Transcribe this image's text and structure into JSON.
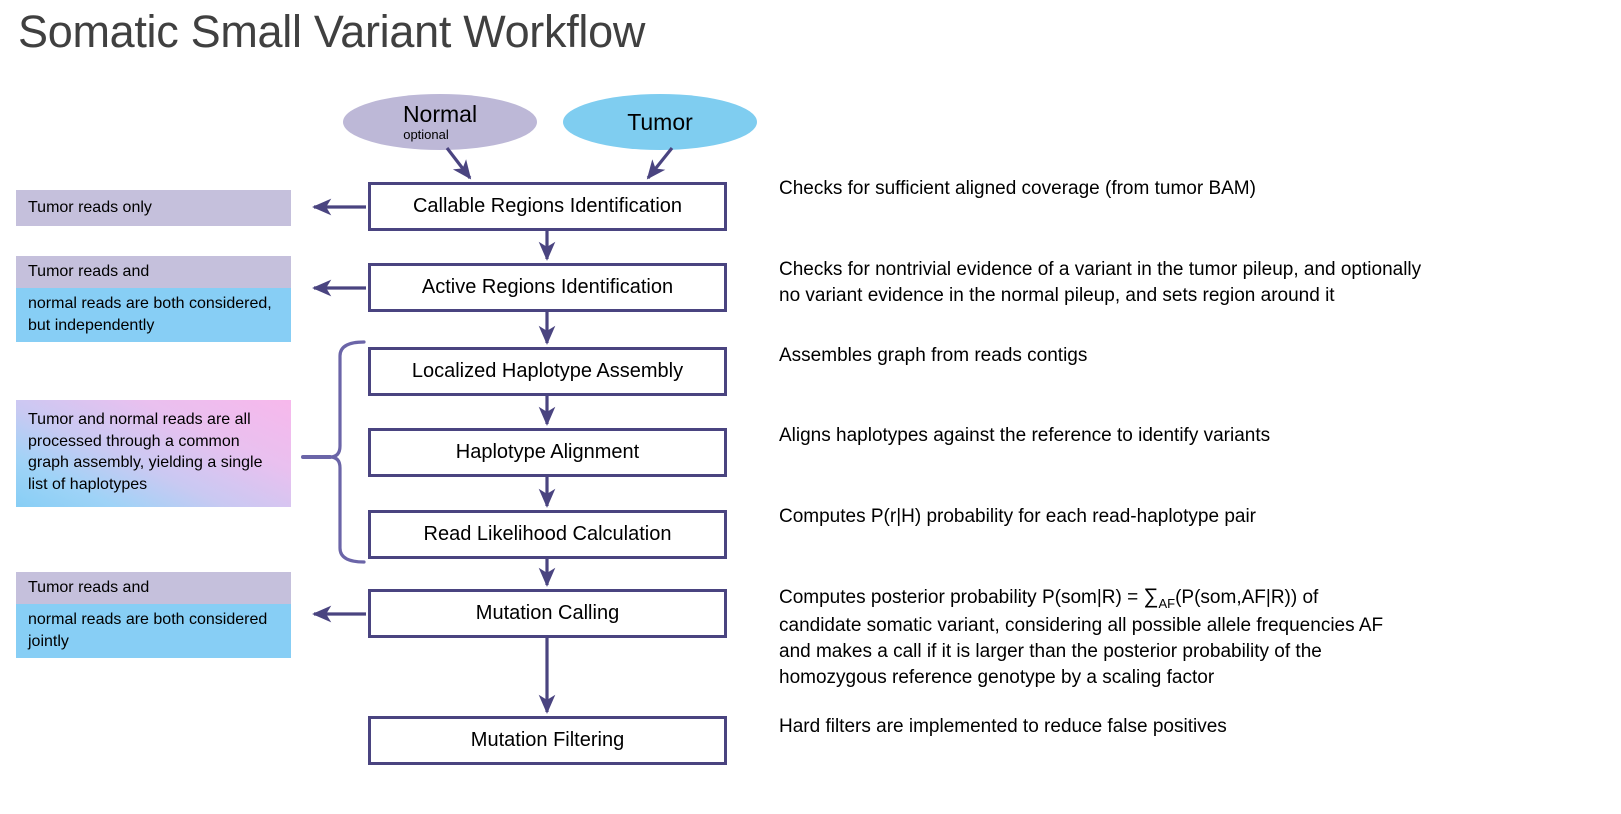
{
  "title": "Somatic Small Variant Workflow",
  "sources": [
    {
      "id": "normal",
      "label": "Normal",
      "sublabel": "optional",
      "color": "#bdb8d7"
    },
    {
      "id": "tumor",
      "label": "Tumor",
      "sublabel": "",
      "color": "#7fcdf0"
    }
  ],
  "steps": [
    {
      "id": "callable-regions",
      "label": "Callable Regions Identification"
    },
    {
      "id": "active-regions",
      "label": "Active Regions Identification"
    },
    {
      "id": "haplotype-assembly",
      "label": "Localized Haplotype Assembly"
    },
    {
      "id": "haplotype-alignment",
      "label": "Haplotype Alignment"
    },
    {
      "id": "read-likelihood",
      "label": "Read Likelihood Calculation"
    },
    {
      "id": "mutation-calling",
      "label": "Mutation Calling"
    },
    {
      "id": "mutation-filtering",
      "label": "Mutation Filtering"
    }
  ],
  "notes": [
    {
      "id": "note-1",
      "text": "Tumor reads only",
      "style": "purple"
    },
    {
      "id": "note-2a",
      "text": "Tumor reads and",
      "style": "purple"
    },
    {
      "id": "note-2b",
      "text": "normal reads are both\nconsidered, but independently",
      "style": "blue"
    },
    {
      "id": "note-3",
      "text": "Tumor and normal reads are all\nprocessed through a common\ngraph assembly, yielding a\nsingle list of haplotypes",
      "style": "gradient"
    },
    {
      "id": "note-4a",
      "text": "Tumor reads and",
      "style": "purple"
    },
    {
      "id": "note-4b",
      "text": "normal reads are both\nconsidered jointly",
      "style": "blue"
    }
  ],
  "descriptions": [
    {
      "id": "desc-1",
      "text": "Checks for sufficient aligned coverage (from tumor BAM)"
    },
    {
      "id": "desc-2",
      "text": "Checks for nontrivial evidence of a variant in the tumor pileup, and optionally\nno variant evidence in the normal pileup, and sets region around it"
    },
    {
      "id": "desc-3",
      "text": "Assembles graph from reads contigs"
    },
    {
      "id": "desc-4",
      "text": "Aligns haplotypes against the reference to identify variants"
    },
    {
      "id": "desc-5",
      "text": "Computes P(r|H) probability for each read-haplotype pair"
    },
    {
      "id": "desc-6-part1",
      "text": "Computes posterior probability P(som|R) = "
    },
    {
      "id": "desc-6-sigma",
      "text": "∑"
    },
    {
      "id": "desc-6-sub",
      "text": "AF"
    },
    {
      "id": "desc-6-part2",
      "text": "(P(som,AF|R)) of\ncandidate somatic variant, considering all possible allele frequencies AF\nand makes a call if it is larger than the posterior probability of the\nhomozygous reference genotype by a scaling factor"
    },
    {
      "id": "desc-7",
      "text": "Hard filters are implemented to reduce false positives"
    }
  ],
  "colors": {
    "connector": "#4a4480",
    "box_border": "#4a4480",
    "note_purple": "#c5c0dc",
    "note_blue": "#87cef5",
    "title_gray": "#404040"
  }
}
